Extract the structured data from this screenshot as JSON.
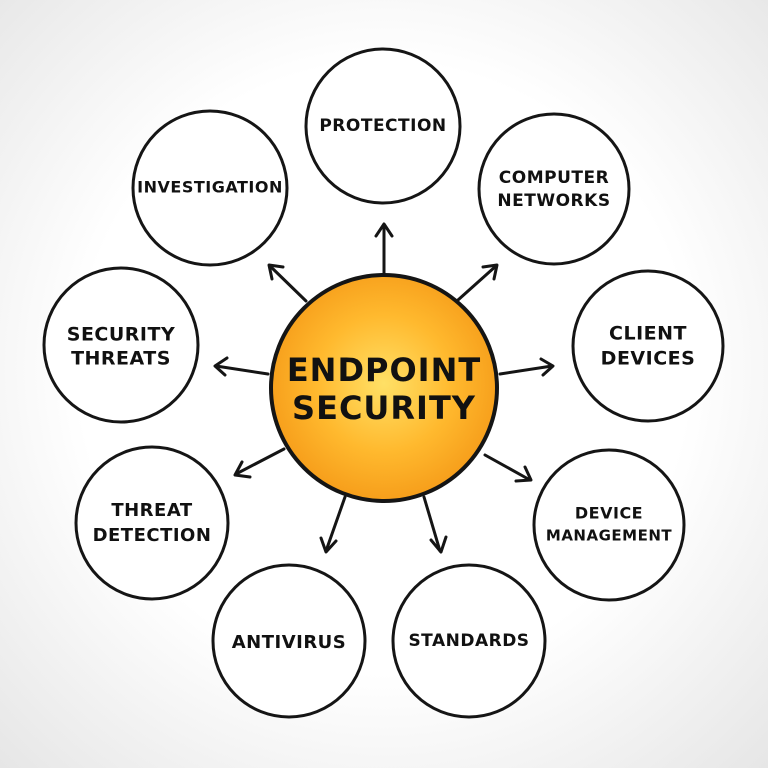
{
  "diagram": {
    "center": {
      "line1": "ENDPOINT",
      "line2": "SECURITY"
    },
    "nodes": [
      {
        "id": "protection",
        "lines": [
          "PROTECTION"
        ]
      },
      {
        "id": "computer-networks",
        "lines": [
          "COMPUTER",
          "NETWORKS"
        ]
      },
      {
        "id": "client-devices",
        "lines": [
          "CLIENT",
          "DEVICES"
        ]
      },
      {
        "id": "device-management",
        "lines": [
          "DEVICE",
          "MANAGEMENT"
        ]
      },
      {
        "id": "standards",
        "lines": [
          "STANDARDS"
        ]
      },
      {
        "id": "antivirus",
        "lines": [
          "ANTIVIRUS"
        ]
      },
      {
        "id": "threat-detection",
        "lines": [
          "THREAT",
          "DETECTION"
        ]
      },
      {
        "id": "security-threats",
        "lines": [
          "SECURITY",
          "THREATS"
        ]
      },
      {
        "id": "investigation",
        "lines": [
          "INVESTIGATION"
        ]
      }
    ],
    "colors": {
      "center_inner": "#ffe066",
      "center_mid": "#ffb92e",
      "center_outer": "#f59a18",
      "outline": "#151515",
      "text": "#111111"
    }
  }
}
